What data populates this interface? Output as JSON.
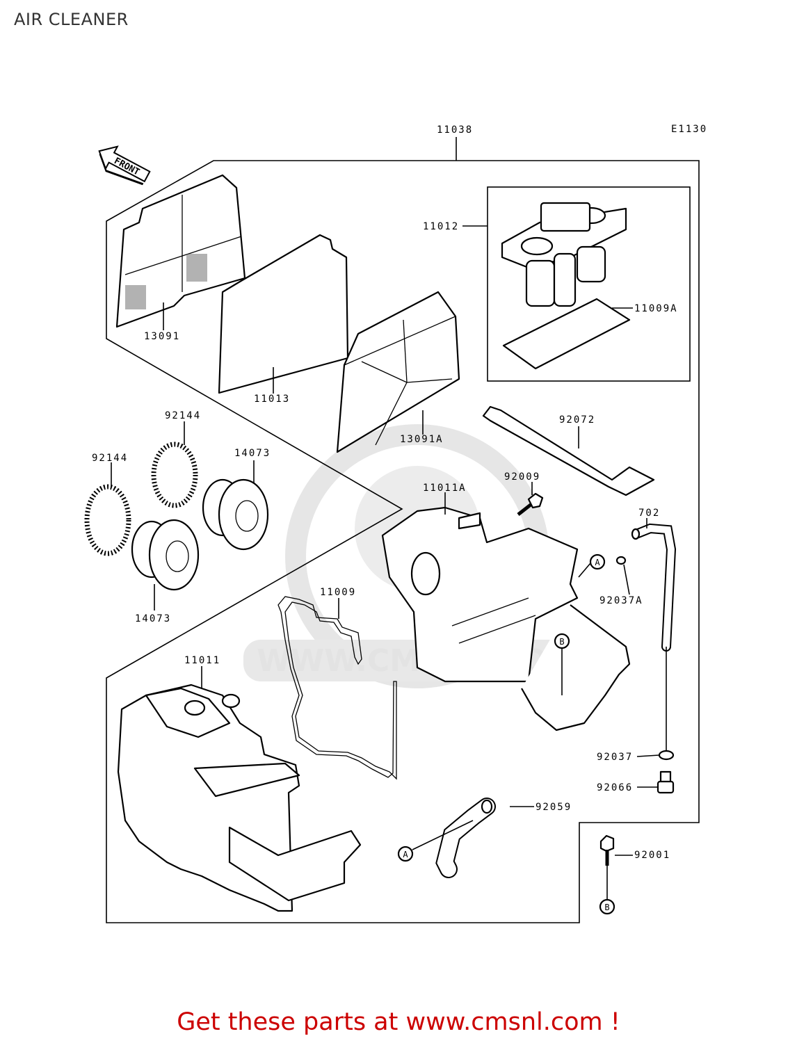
{
  "title": "AIR CLEANER",
  "diagram_code": "E1130",
  "front_arrow_label": "FRONT",
  "watermark_text": "WWW.CMSNL.COM",
  "labels": {
    "p11038": "11038",
    "p11012": "11012",
    "p11009A": "11009A",
    "p13091": "13091",
    "p11013": "11013",
    "p13091A": "13091A",
    "p92072": "92072",
    "p92144a": "92144",
    "p92144b": "92144",
    "p14073a": "14073",
    "p14073b": "14073",
    "p92009": "92009",
    "p11011A": "11011A",
    "p702": "702",
    "p92037A": "92037A",
    "p11009": "11009",
    "p11011": "11011",
    "p92037": "92037",
    "p92066": "92066",
    "p92059": "92059",
    "p92001": "92001"
  },
  "ref_markers": {
    "a1": "A",
    "a2": "A",
    "b1": "B",
    "b2": "B"
  },
  "promo": {
    "text": "Get these parts at www.cmsnl.com !"
  }
}
